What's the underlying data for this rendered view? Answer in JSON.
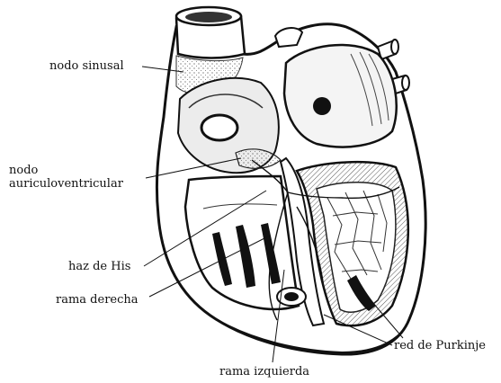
{
  "labels": {
    "nodo_sinusal": "nodo sinusal",
    "nodo_av_line1": "nodo",
    "nodo_av_line2": "auriculoventricular",
    "haz_de_his": "haz de His",
    "rama_derecha": "rama derecha",
    "red_de_purkinje": "red de Purkinje",
    "rama_izquierda": "rama izquierda"
  },
  "colors": {
    "ink": "#111111",
    "shade": "#d9d9d9",
    "dark_shade": "#9a9a9a"
  }
}
